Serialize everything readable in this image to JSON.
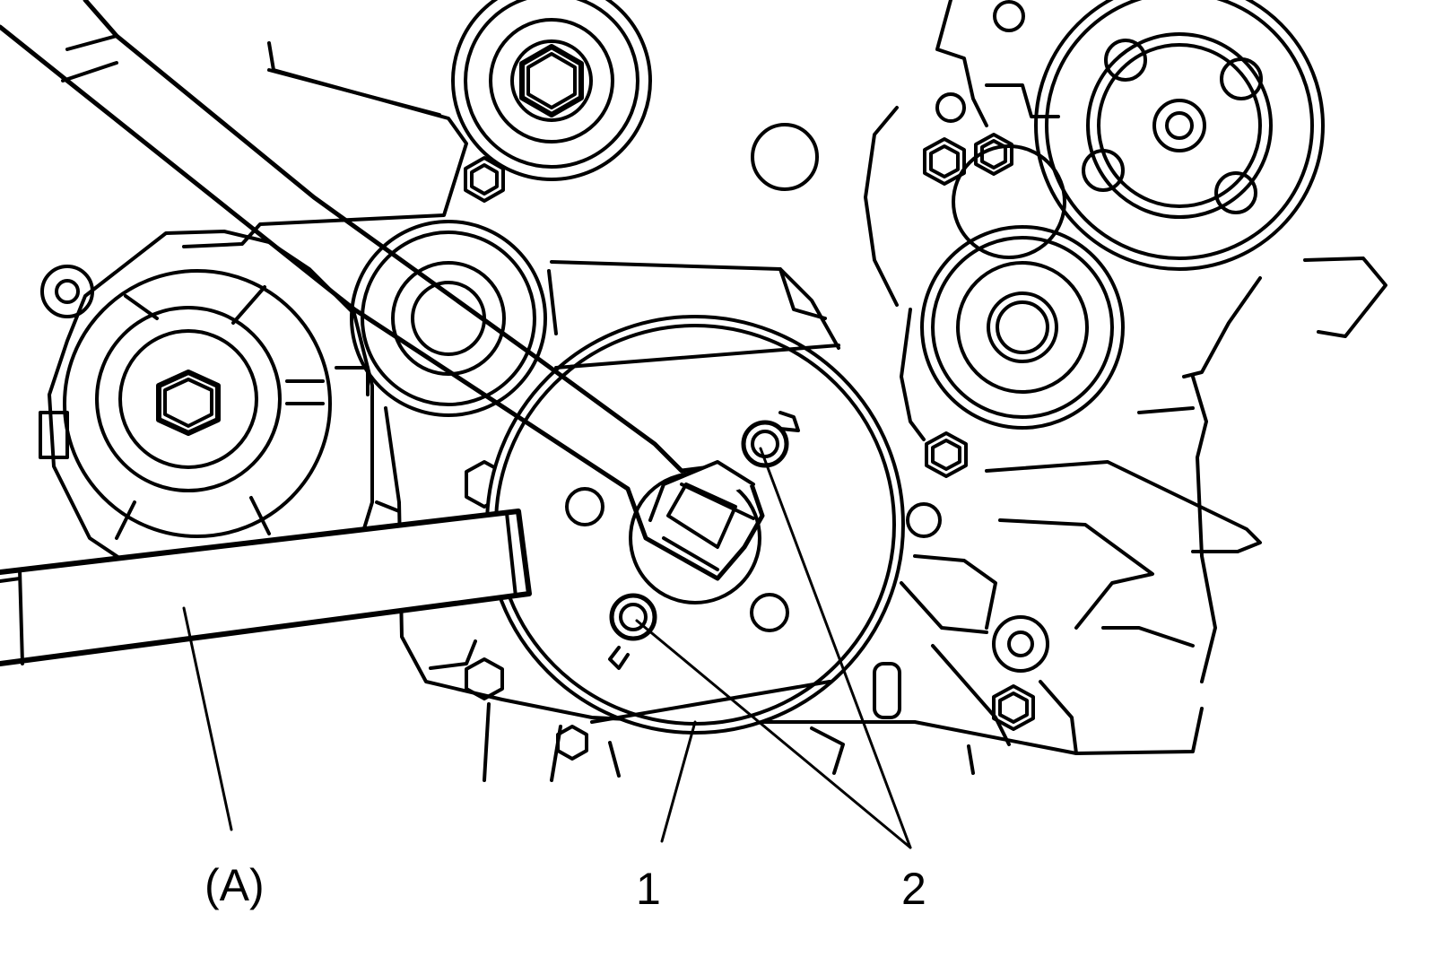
{
  "labels": {
    "tool": "(A)",
    "part_1": "1",
    "part_2": "2"
  },
  "colors": {
    "ink": "#000000",
    "paper": "#ffffff"
  }
}
